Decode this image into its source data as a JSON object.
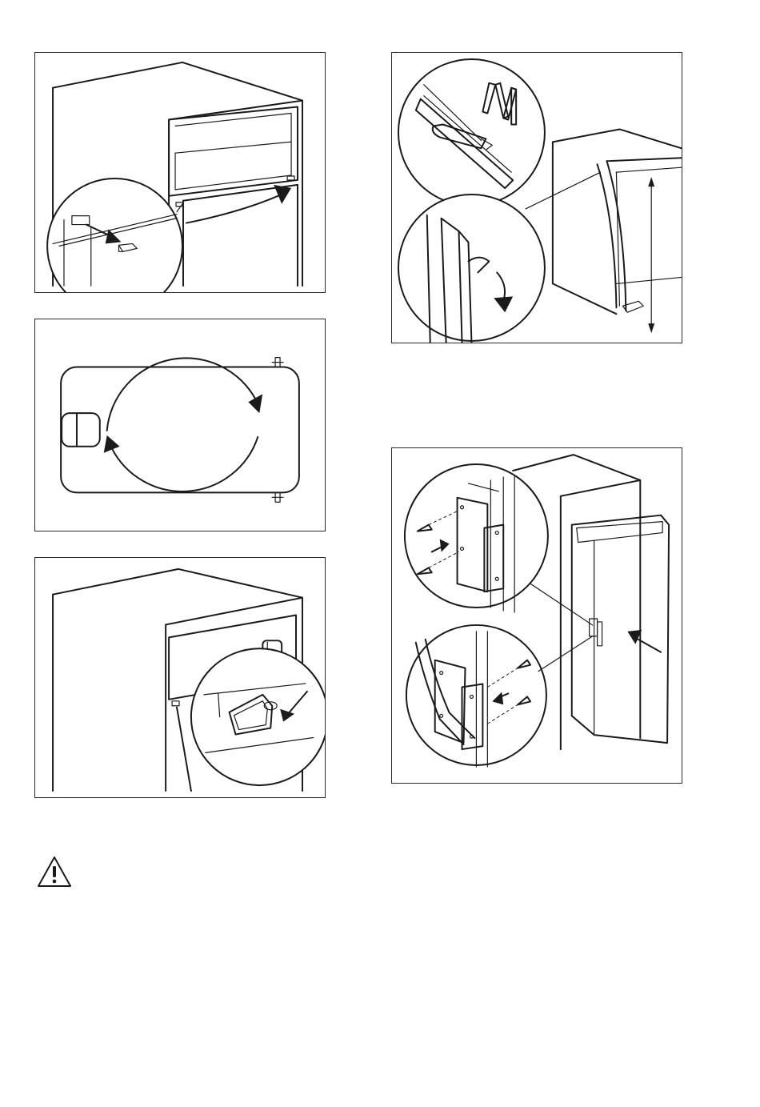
{
  "figures": [
    {
      "id": "fig-remove-cover-cap"
    },
    {
      "id": "fig-door-reversal-rotation"
    },
    {
      "id": "fig-insert-hinge-cover"
    },
    {
      "id": "fig-cut-trim-seal-strip"
    },
    {
      "id": "fig-fit-door-bracket"
    }
  ],
  "icons": {
    "warning": "warning-triangle-icon"
  }
}
